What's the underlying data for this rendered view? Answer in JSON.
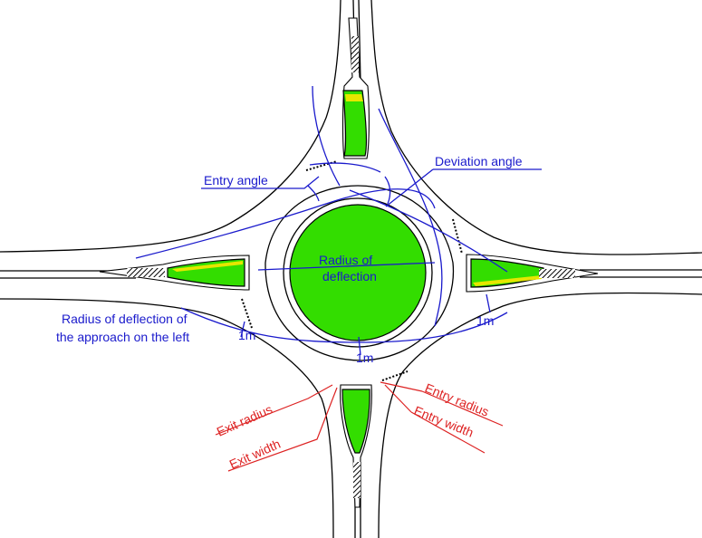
{
  "colors": {
    "island": "#33dd00",
    "island_edge": "#e6e600",
    "annotation_blue": "#1a1acc",
    "annotation_red": "#dd2222"
  },
  "labels": {
    "entry_angle": "Entry angle",
    "deviation_angle": "Deviation angle",
    "radius_of_deflection_line1": "Radius of",
    "radius_of_deflection_line2": "deflection",
    "left_radius_line1": "Radius of deflection of",
    "left_radius_line2": "the approach on the left",
    "one_m_left": "1m",
    "one_m_right": "1m",
    "one_m_bottom": "1m",
    "exit_radius": "Exit radius",
    "exit_width": "Exit width",
    "entry_radius": "Entry radius",
    "entry_width": "Entry width"
  }
}
